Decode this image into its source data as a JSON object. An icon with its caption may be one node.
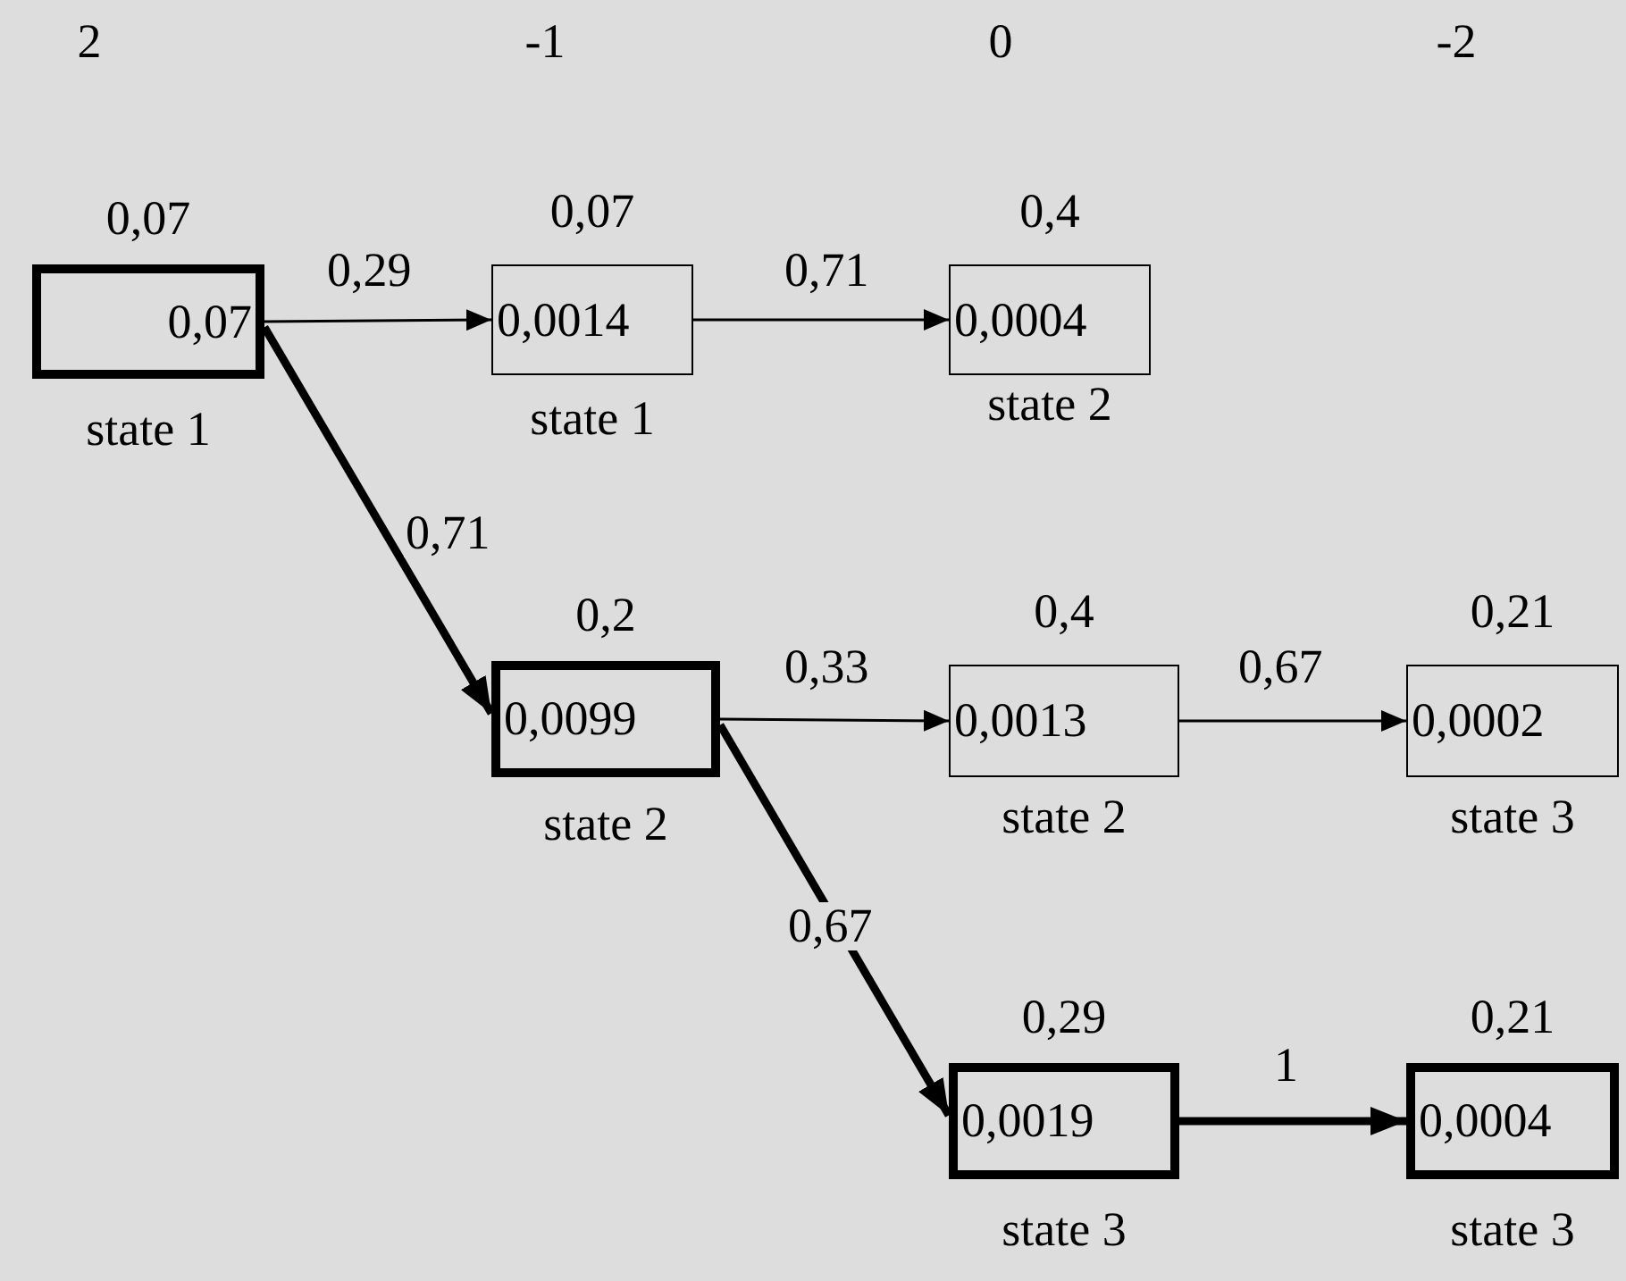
{
  "diagram": {
    "nodes": [
      {
        "text": [
          "0,07",
          "0,07"
        ],
        "beside": [
          "state 1"
        ]
      },
      {
        "text": [
          "0,07",
          "0,0014"
        ],
        "beside": [
          "state 1"
        ]
      },
      {
        "text": [
          "0,4",
          "0,0004"
        ],
        "beside": [
          "state 2"
        ]
      },
      {
        "text": [
          "0,2",
          "0,0099"
        ],
        "beside": [
          "state 2"
        ]
      },
      {
        "text": [
          "0,4",
          "0,0013"
        ],
        "beside": [
          "state 2"
        ]
      },
      {
        "text": [
          "0,21",
          "0,0002"
        ],
        "beside": [
          "state 3"
        ]
      },
      {
        "text": [
          "0,29",
          "0,0019"
        ],
        "beside": [
          "state 3"
        ]
      },
      {
        "text": [
          "0,21",
          "0,0004"
        ],
        "beside": [
          "state 3"
        ]
      }
    ],
    "edges": [
      {
        "from": 0,
        "to": 1,
        "arrow": "to",
        "label": "0,29"
      },
      {
        "from": 1,
        "to": 2,
        "arrow": "to",
        "label": "0,71"
      },
      {
        "from": 0,
        "to": 3,
        "arrow": "to",
        "label": "0,71",
        "style": "thick"
      },
      {
        "from": 3,
        "to": 4,
        "arrow": "to",
        "label": "0,33"
      },
      {
        "from": 4,
        "to": 5,
        "arrow": "to",
        "label": "0,67"
      },
      {
        "from": 3,
        "to": 6,
        "arrow": "to",
        "label": "0,67",
        "style": "thick"
      },
      {
        "from": 6,
        "to": 7,
        "arrow": "to",
        "label": "1",
        "style": "thick"
      }
    ],
    "labels": [
      "2",
      "-1",
      "0",
      "-2"
    ]
  }
}
